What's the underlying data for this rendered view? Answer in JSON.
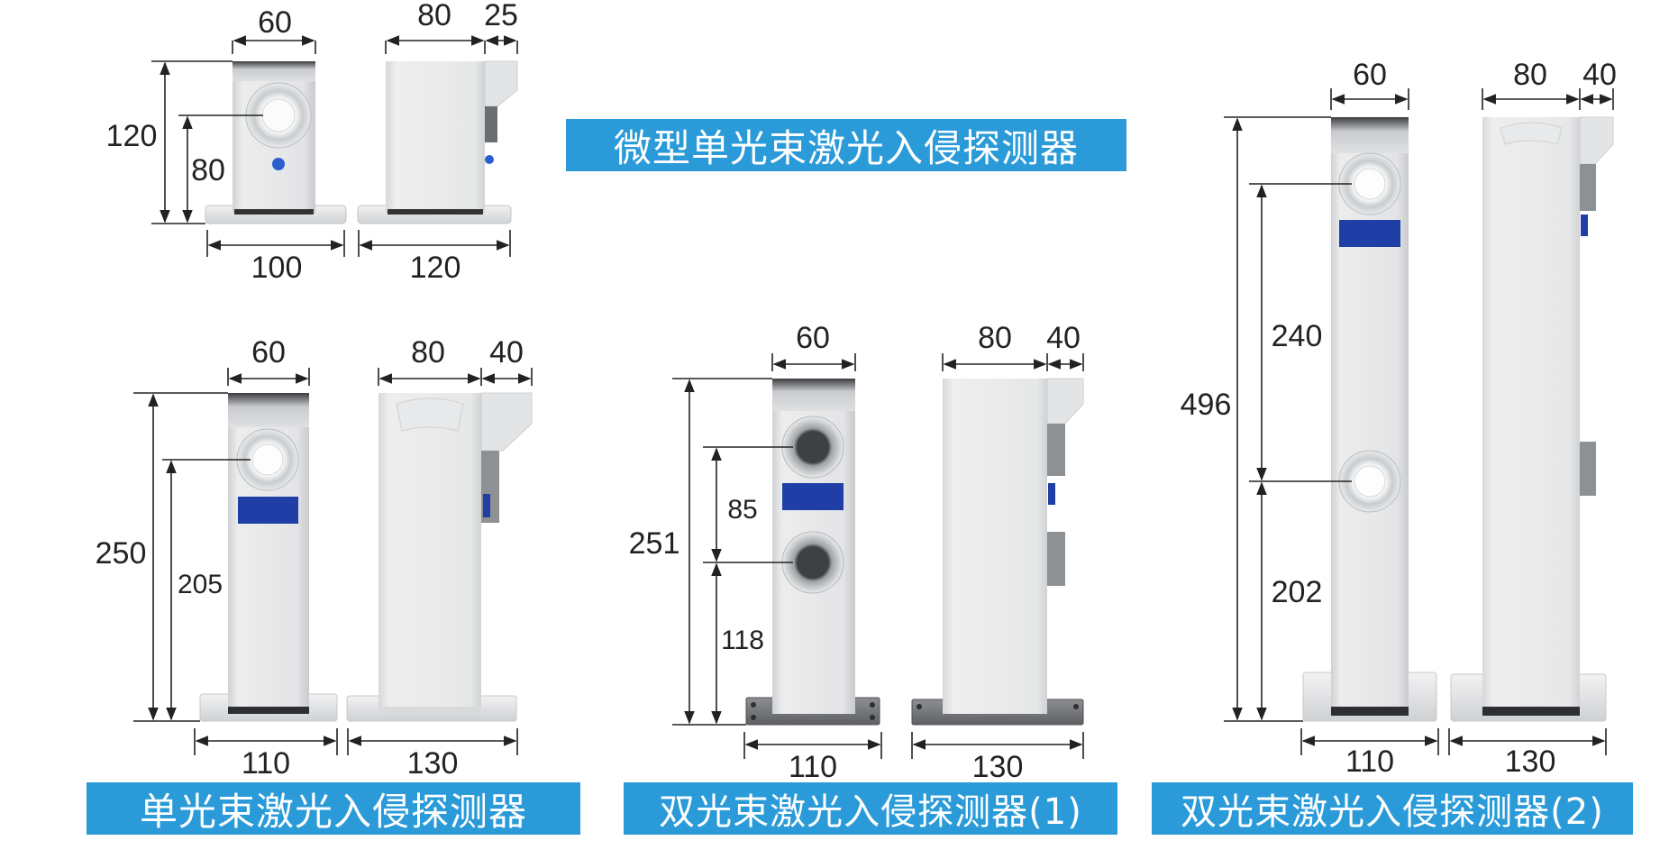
{
  "titles": {
    "micro_single": "微型单光束激光入侵探测器",
    "single": "单光束激光入侵探测器",
    "dual1": "双光束激光入侵探测器(1)",
    "dual2": "双光束激光入侵探测器(2)"
  },
  "dims": {
    "micro": {
      "front_width": "60",
      "side_depth": "80",
      "side_lens": "25",
      "height": "120",
      "lens_height": "80",
      "base_front": "100",
      "base_side": "120"
    },
    "single": {
      "front_width": "60",
      "side_depth": "80",
      "side_lens": "40",
      "height": "250",
      "lens_height": "205",
      "base_front": "110",
      "base_side": "130"
    },
    "dual1": {
      "front_width": "60",
      "side_depth": "80",
      "side_lens": "40",
      "height": "251",
      "spacing": "85",
      "lower_lens": "118",
      "base_front": "110",
      "base_side": "130"
    },
    "dual2": {
      "front_width": "60",
      "side_depth": "80",
      "side_lens": "40",
      "height": "496",
      "spacing": "240",
      "lower_lens": "202",
      "base_front": "110",
      "base_side": "130"
    }
  },
  "colors": {
    "banner": "#2a9bd8",
    "body": "#e6e7e9",
    "label": "#1f3fa6",
    "lens_dot": "#2b5fd0"
  }
}
